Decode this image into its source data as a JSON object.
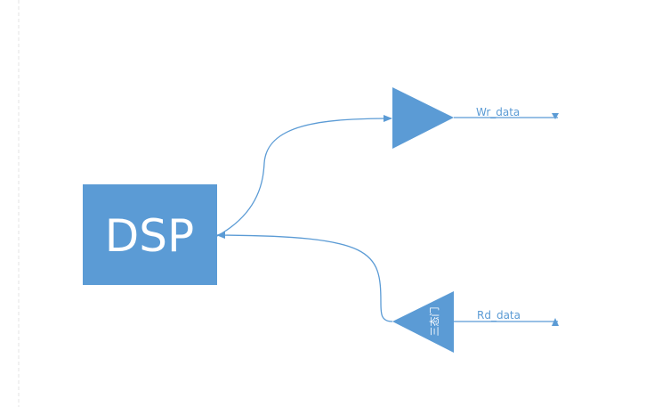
{
  "diagram": {
    "block": {
      "label": "DSP",
      "fill": "#5b9bd5"
    },
    "write_buffer": {
      "type": "buffer",
      "label": "",
      "fill": "#5b9bd5"
    },
    "read_buffer": {
      "type": "tri-state-buffer",
      "label": "三态门",
      "fill": "#5b9bd5"
    },
    "signals": {
      "write": "Wr_data",
      "read": "Rd_data"
    },
    "line_color": "#5b9bd5",
    "edge_color": "#e8e8e8"
  }
}
